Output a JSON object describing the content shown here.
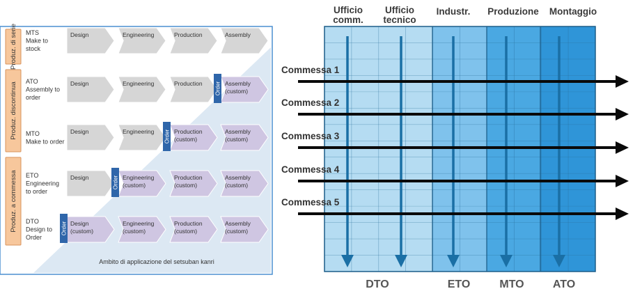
{
  "left_panel": {
    "groups": [
      {
        "label": "Produz. di serie"
      },
      {
        "label": "Produz. discontinua"
      },
      {
        "label": "Produz. a commessa"
      }
    ],
    "rows": [
      {
        "type_lines": [
          "MTS",
          "Make to",
          "stock"
        ],
        "steps": [
          {
            "lines": [
              "Design"
            ],
            "custom": false
          },
          {
            "lines": [
              "Engineering"
            ],
            "custom": false
          },
          {
            "lines": [
              "Production"
            ],
            "custom": false
          },
          {
            "lines": [
              "Assembly"
            ],
            "custom": false
          }
        ],
        "order_before": null
      },
      {
        "type_lines": [
          "ATO",
          "Assembly to",
          "order"
        ],
        "steps": [
          {
            "lines": [
              "Design"
            ],
            "custom": false
          },
          {
            "lines": [
              "Engineering"
            ],
            "custom": false
          },
          {
            "lines": [
              "Production"
            ],
            "custom": false
          },
          {
            "lines": [
              "Assembly",
              "(custom)"
            ],
            "custom": true
          }
        ],
        "order_before": 3
      },
      {
        "type_lines": [
          "MTO",
          "Make to order"
        ],
        "steps": [
          {
            "lines": [
              "Design"
            ],
            "custom": false
          },
          {
            "lines": [
              "Engineering"
            ],
            "custom": false
          },
          {
            "lines": [
              "Production",
              "(custom)"
            ],
            "custom": true
          },
          {
            "lines": [
              "Assembly",
              "(custom)"
            ],
            "custom": true
          }
        ],
        "order_before": 2
      },
      {
        "type_lines": [
          "ETO",
          "Engineering",
          "to order"
        ],
        "steps": [
          {
            "lines": [
              "Design"
            ],
            "custom": false
          },
          {
            "lines": [
              "Engineering",
              "(custom)"
            ],
            "custom": true
          },
          {
            "lines": [
              "Production",
              "(custom)"
            ],
            "custom": true
          },
          {
            "lines": [
              "Assembly",
              "(custom)"
            ],
            "custom": true
          }
        ],
        "order_before": 1
      },
      {
        "type_lines": [
          "DTO",
          "Design to",
          "Order"
        ],
        "steps": [
          {
            "lines": [
              "Design",
              "(custom)"
            ],
            "custom": true
          },
          {
            "lines": [
              "Engineering",
              "(custom)"
            ],
            "custom": true
          },
          {
            "lines": [
              "Production",
              "(custom)"
            ],
            "custom": true
          },
          {
            "lines": [
              "Assembly",
              "(custom)"
            ],
            "custom": true
          }
        ],
        "order_before": 0
      }
    ],
    "order_label": "Order",
    "footer": "Ambito di applicazione del setsuban kanri"
  },
  "right_panel": {
    "columns": [
      {
        "lines": [
          "Ufficio",
          "comm."
        ]
      },
      {
        "lines": [
          "Ufficio",
          "tecnico"
        ]
      },
      {
        "lines": [
          "Industr."
        ]
      },
      {
        "lines": [
          "Produzione"
        ]
      },
      {
        "lines": [
          "Montaggio"
        ]
      }
    ],
    "rows": [
      "Commessa 1",
      "Commessa 2",
      "Commessa 3",
      "Commessa 4",
      "Commessa 5"
    ],
    "zones": [
      "DTO",
      "ETO",
      "MTO",
      "ATO"
    ]
  },
  "colors": {
    "frame_blue": "#4a8fd0",
    "gray_step": "#d6d6d6",
    "custom_step": "#cfc6e2",
    "order_tab": "#2f66aa",
    "label_box": "#f7c79c",
    "label_box_border": "#d9935b",
    "zone_dto": "#b5dcf2",
    "zone_eto": "#7fc2ec",
    "zone_mto": "#4aa8e2",
    "zone_ato": "#2f95d8",
    "line_blue": "#0f4f7a",
    "arrow_blue": "#1a6fa5",
    "text_dark": "#222222",
    "text_gray": "#555555"
  }
}
